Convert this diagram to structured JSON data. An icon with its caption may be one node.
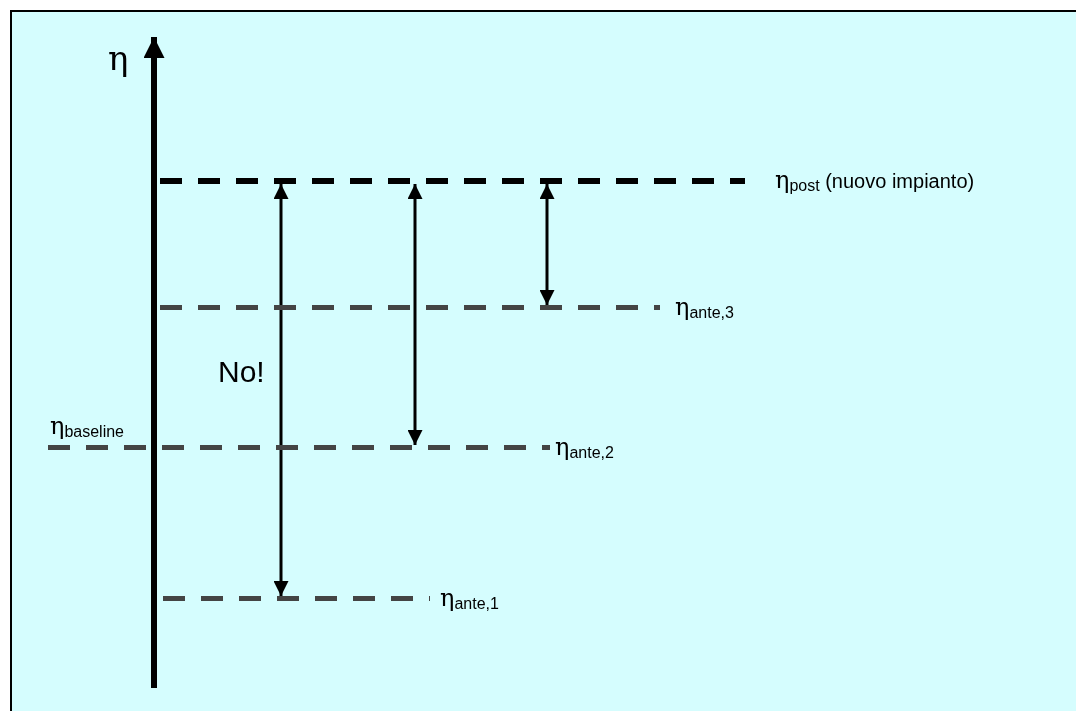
{
  "diagram": {
    "nodes": [
      {
        "text": [],
        "shape": "bar",
        "beside": [
          "η$_{post}$ (nuovo impianto)"
        ]
      },
      {
        "text": [],
        "shape": "bar",
        "beside": [
          "η$_{ante,3}$"
        ]
      },
      {
        "text": [],
        "shape": "bar",
        "beside": [
          "η$_{baseline}$",
          "η$_{ante,2}$"
        ]
      },
      {
        "text": [],
        "shape": "bar",
        "beside": [
          "η$_{ante,1}$"
        ]
      }
    ],
    "edges": [
      {
        "from": 0,
        "to": 3,
        "arrow": "both"
      },
      {
        "from": 0,
        "to": 2,
        "arrow": "both"
      },
      {
        "from": 0,
        "to": 1,
        "arrow": "both"
      }
    ],
    "labels": [
      "η",
      "No!"
    ]
  }
}
